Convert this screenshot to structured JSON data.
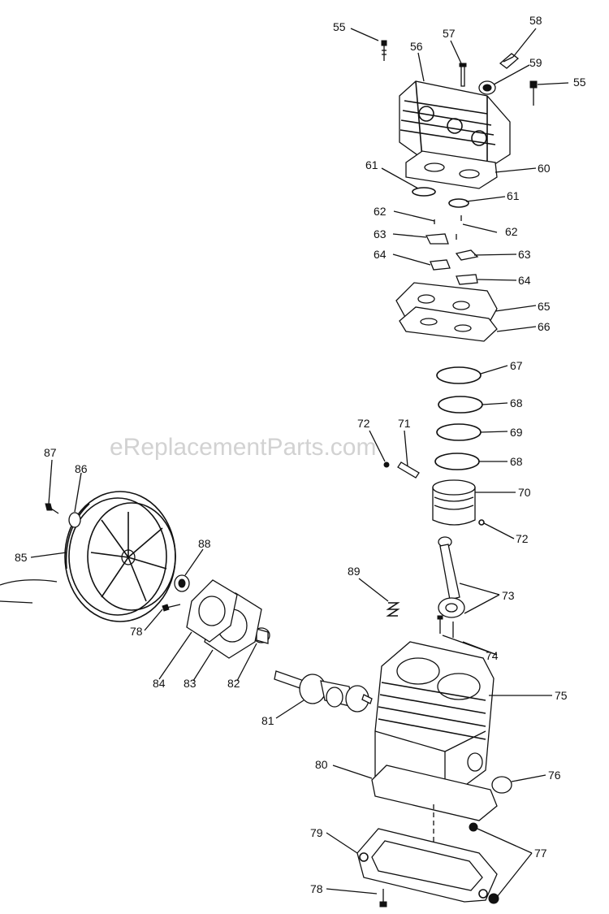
{
  "watermark": "eReplacementParts.com",
  "labels": [
    "55",
    "56",
    "57",
    "58",
    "59",
    "55",
    "60",
    "61",
    "61",
    "62",
    "62",
    "63",
    "63",
    "64",
    "64",
    "65",
    "66",
    "67",
    "68",
    "69",
    "68",
    "70",
    "72",
    "71",
    "72",
    "73",
    "74",
    "75",
    "76",
    "77",
    "79",
    "78",
    "80",
    "81",
    "82",
    "83",
    "84",
    "78",
    "85",
    "86",
    "87",
    "88",
    "89"
  ]
}
